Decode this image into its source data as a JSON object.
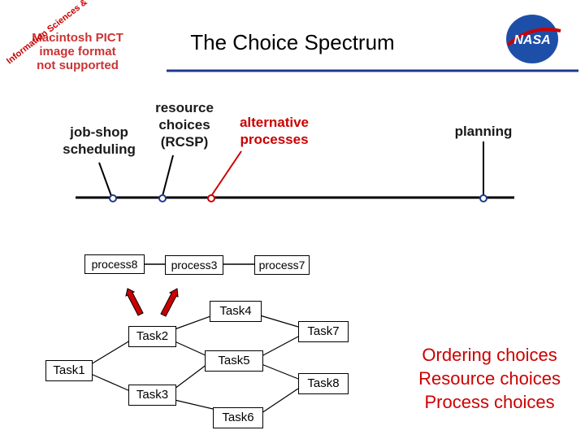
{
  "title": "The Choice Spectrum",
  "pict_notice": [
    "Macintosh PICT",
    "image format",
    "not supported"
  ],
  "diagonal_text": "Information Sciences & Technology",
  "spectrum_labels": {
    "job_shop": [
      "job-shop",
      "scheduling"
    ],
    "resource": [
      "resource",
      "choices",
      "(RCSP)"
    ],
    "alternative": [
      "alternative",
      "processes"
    ],
    "planning": "planning"
  },
  "process_boxes": [
    "process8",
    "process3",
    "process7"
  ],
  "tasks": {
    "task1": "Task1",
    "task2": "Task2",
    "task3": "Task3",
    "task4": "Task4",
    "task5": "Task5",
    "task6": "Task6",
    "task7": "Task7",
    "task8": "Task8"
  },
  "legend": [
    "Ordering choices",
    "Resource choices",
    "Process choices"
  ],
  "colors": {
    "red": "#cc0000",
    "blue": "#1f3a8a",
    "nasa_blue": "#1e4fa8"
  }
}
